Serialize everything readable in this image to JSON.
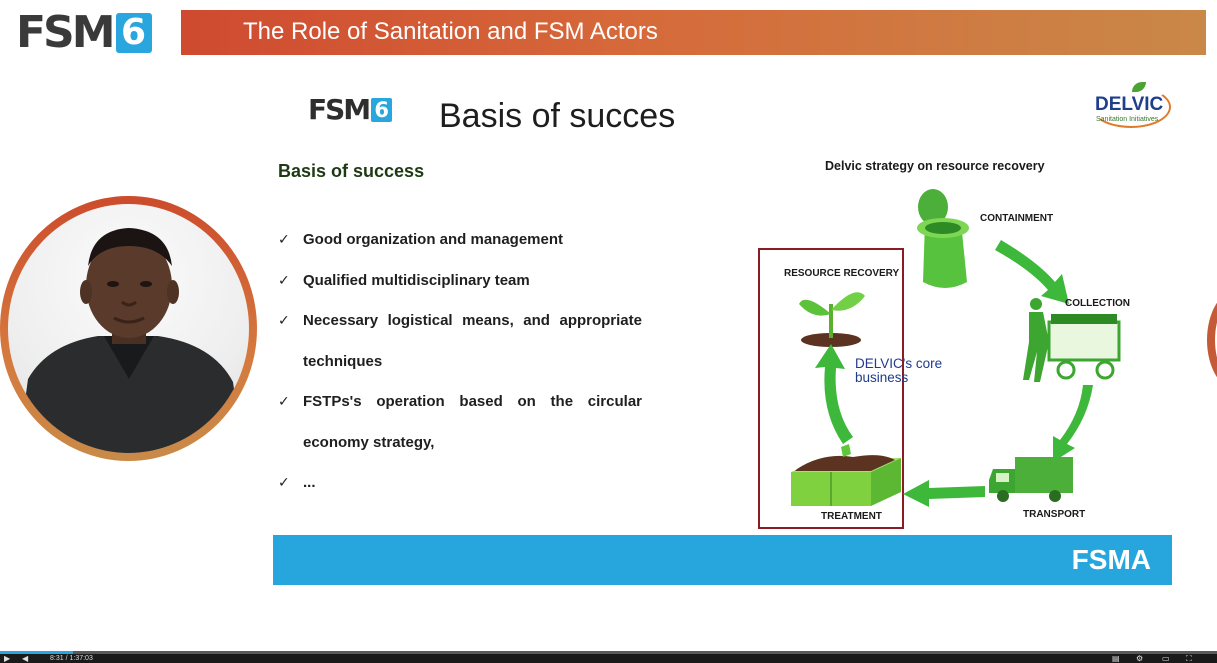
{
  "header": {
    "brand": "FSM",
    "brand_number": "6",
    "banner_title": "The Role of Sanitation and FSM Actors"
  },
  "slide": {
    "logo_text": "FSM",
    "logo_number": "6",
    "title": "Basis of succes",
    "partner_logo": {
      "name": "DELVIC",
      "tagline": "Sanitation Initiatives"
    },
    "section_heading": "Basis of success",
    "bullets": [
      "Good organization and management",
      "Qualified multidisciplinary team",
      "Necessary logistical means, and appropriate techniques",
      "FSTPs's operation based on the circular economy strategy,",
      "..."
    ],
    "bullet_marker": "✓",
    "diagram": {
      "title": "Delvic strategy on resource recovery",
      "stages": {
        "containment": "CONTAINMENT",
        "collection": "COLLECTION",
        "transport": "TRANSPORT",
        "treatment": "TREATMENT",
        "resource_recovery": "RESOURCE RECOVERY"
      },
      "core_label": "DELVIC's core business",
      "icons": [
        "toilet-icon",
        "cart-worker-icon",
        "truck-icon",
        "treatment-bed-icon",
        "plant-sprout-icon",
        "cycle-arrow-icon"
      ]
    },
    "footer_label": "FSMA"
  },
  "colors": {
    "banner_start": "#cf4a30",
    "banner_end": "#c98848",
    "accent_blue": "#27a6de",
    "cycle_green": "#3db83a",
    "highlight_border": "#8a1c24",
    "text_dark": "#1f1f1f",
    "delvic_blue": "#1f3e8c"
  },
  "player": {
    "current_time": "8:31",
    "separator": "/",
    "duration": "1:37:03",
    "progress": 0.06
  }
}
